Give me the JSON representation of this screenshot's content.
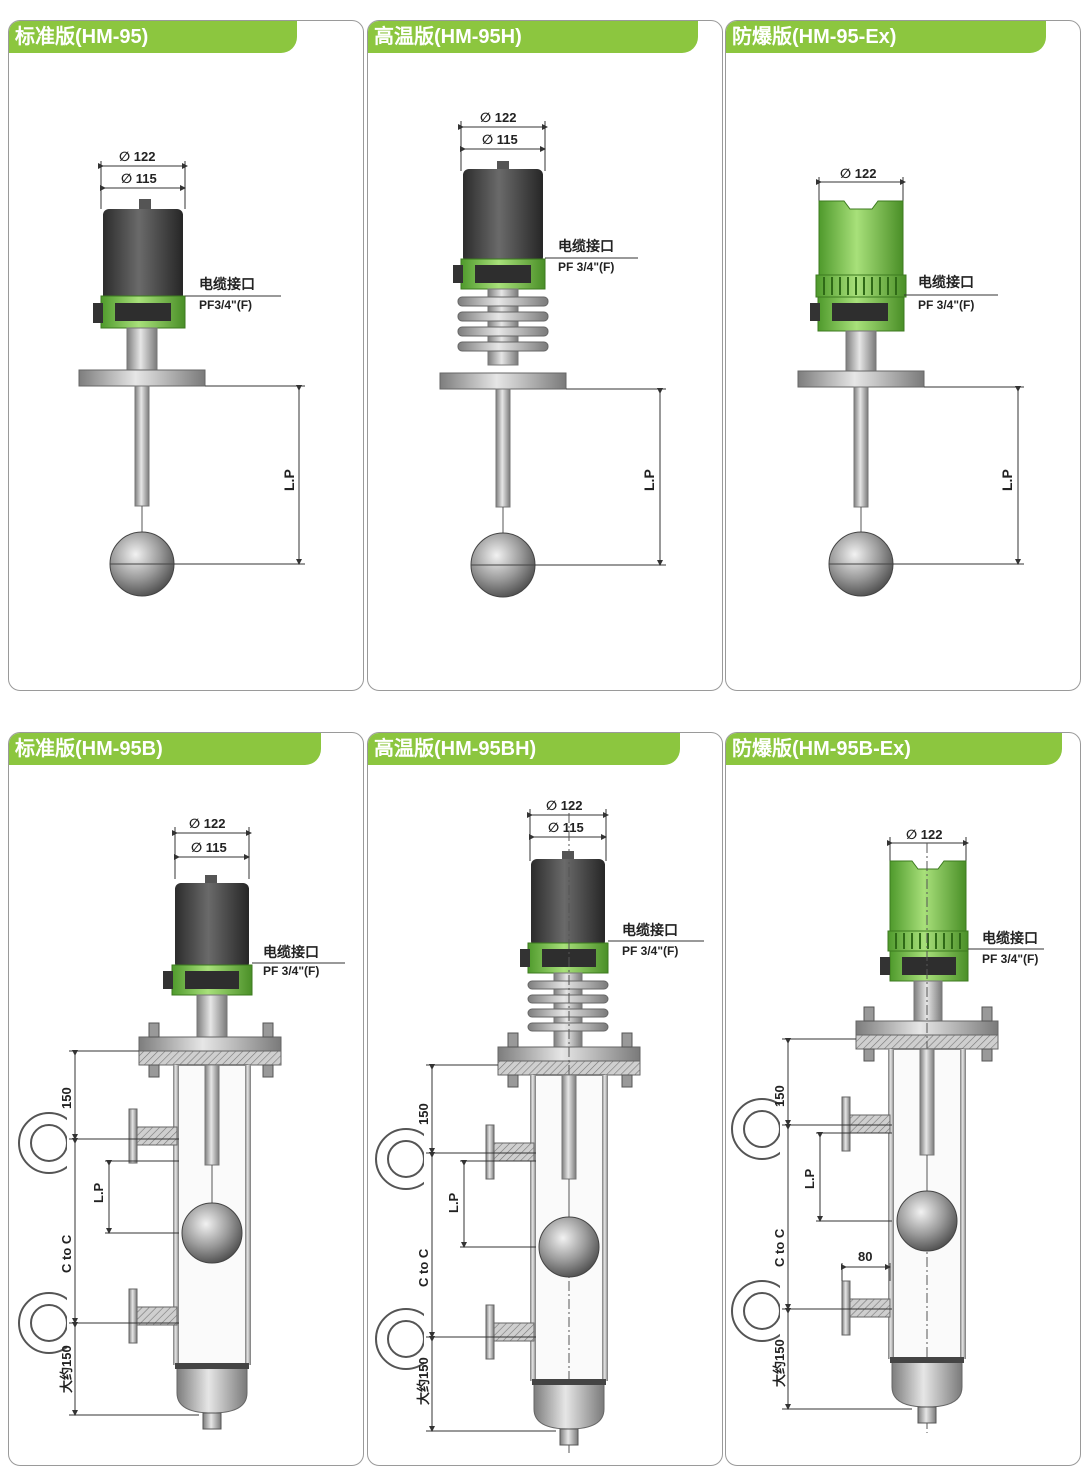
{
  "panels": [
    {
      "title": "标准版(HM-95)",
      "dim_outer": "∅ 122",
      "dim_inner": "∅ 115",
      "cable_label": "电缆接口",
      "cable_spec": "PF3/4\"(F)",
      "lp_label": "L.P"
    },
    {
      "title": "高温版(HM-95H)",
      "dim_outer": "∅ 122",
      "dim_inner": "∅ 115",
      "cable_label": "电缆接口",
      "cable_spec": "PF 3/4\"(F)",
      "lp_label": "L.P"
    },
    {
      "title": "防爆版(HM-95-Ex)",
      "dim_outer": "∅ 122",
      "cable_label": "电缆接口",
      "cable_spec": "PF 3/4\"(F)",
      "lp_label": "L.P"
    },
    {
      "title": "标准版(HM-95B)",
      "dim_outer": "∅ 122",
      "dim_inner": "∅ 115",
      "cable_label": "电缆接口",
      "cable_spec": "PF 3/4\"(F)",
      "lp_label": "L.P",
      "dim_150_top": "150",
      "c_to_c": "C to C",
      "dim_150_bottom": "大约150"
    },
    {
      "title": "高温版(HM-95BH)",
      "dim_outer": "∅ 122",
      "dim_inner": "∅ 115",
      "cable_label": "电缆接口",
      "cable_spec": "PF 3/4\"(F)",
      "lp_label": "L.P",
      "dim_150_top": "150",
      "c_to_c": "C to C",
      "dim_150_bottom": "大约150"
    },
    {
      "title": "防爆版(HM-95B-Ex)",
      "dim_outer": "∅ 122",
      "cable_label": "电缆接口",
      "cable_spec": "PF 3/4\"(F)",
      "lp_label": "L.P",
      "dim_150_top": "150",
      "c_to_c": "C to C",
      "dim_150_bottom": "大约150",
      "dim_80": "80"
    }
  ],
  "colors": {
    "brand_green": "#8cc63f",
    "housing_dark": "#3f3f3f",
    "steel": "#b5b5b5"
  }
}
